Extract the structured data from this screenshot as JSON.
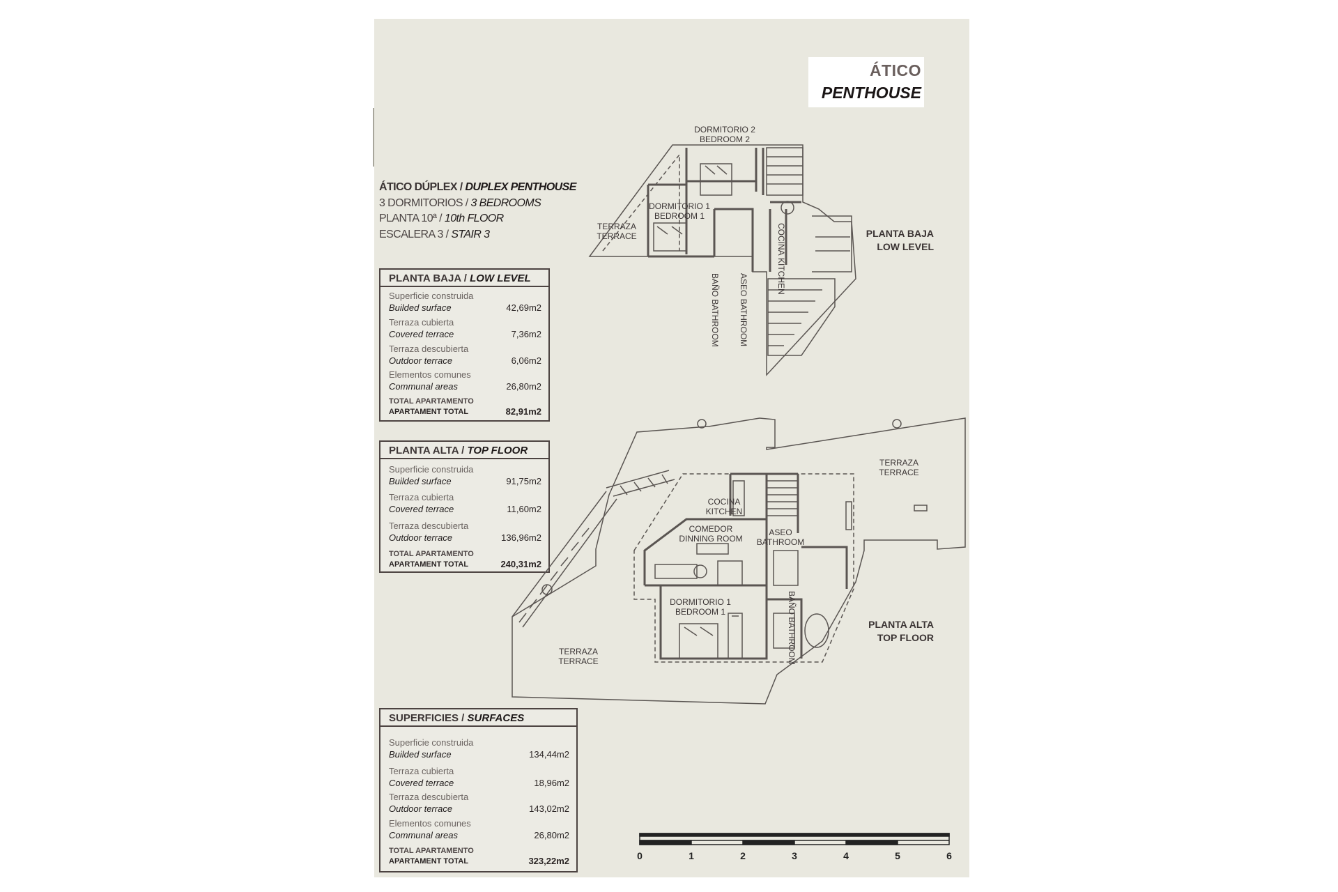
{
  "header": {
    "title_es": "ÁTICO",
    "title_en": "PENTHOUSE"
  },
  "intro": {
    "l1_es": "ÁTICO DÚPLEX /",
    "l1_en": "DUPLEX PENTHOUSE",
    "l2_es": "3 DORMITORIOS /",
    "l2_en": "3 BEDROOMS",
    "l3_es": "PLANTA 10ª /",
    "l3_en": "10th FLOOR",
    "l4_es": "ESCALERA 3 /",
    "l4_en": "STAIR 3"
  },
  "low_table": {
    "title_es": "PLANTA BAJA /",
    "title_en": "LOW LEVEL",
    "rows": [
      {
        "es": "Superficie construida",
        "en": "Builded surface",
        "value": "42,69m2"
      },
      {
        "es": "Terraza cubierta",
        "en": "Covered terrace",
        "value": "7,36m2"
      },
      {
        "es": "Terraza descubierta",
        "en": "Outdoor terrace",
        "value": "6,06m2"
      },
      {
        "es": "Elementos comunes",
        "en": "Communal areas",
        "value": "26,80m2"
      }
    ],
    "total": {
      "es": "TOTAL APARTAMENTO",
      "en": "APARTAMENT TOTAL",
      "value": "82,91m2"
    }
  },
  "top_table": {
    "title_es": "PLANTA ALTA /",
    "title_en": "TOP FLOOR",
    "rows": [
      {
        "es": "Superficie construida",
        "en": "Builded surface",
        "value": "91,75m2"
      },
      {
        "es": "Terraza cubierta",
        "en": "Covered terrace",
        "value": "11,60m2"
      },
      {
        "es": "Terraza descubierta",
        "en": "Outdoor terrace",
        "value": "136,96m2"
      }
    ],
    "total": {
      "es": "TOTAL APARTAMENTO",
      "en": "APARTAMENT TOTAL",
      "value": "240,31m2"
    }
  },
  "surfaces_table": {
    "title_es": "SUPERFICIES /",
    "title_en": "SURFACES",
    "rows": [
      {
        "es": "Superficie construida",
        "en": "Builded surface",
        "value": "134,44m2"
      },
      {
        "es": "Terraza cubierta",
        "en": "Covered terrace",
        "value": "18,96m2"
      },
      {
        "es": "Terraza descubierta",
        "en": "Outdoor terrace",
        "value": "143,02m2"
      },
      {
        "es": "Elementos comunes",
        "en": "Communal areas",
        "value": "26,80m2"
      }
    ],
    "total": {
      "es": "TOTAL APARTAMENTO",
      "en": "APARTAMENT TOTAL",
      "value": "323,22m2"
    }
  },
  "low_plan": {
    "bedroom2_es": "DORMITORIO 2",
    "bedroom2_en": "BEDROOM 2",
    "bedroom1_es": "DORMITORIO 1",
    "bedroom1_en": "BEDROOM 1",
    "terrace_es": "TERRAZA",
    "terrace_en": "TERRACE",
    "kitchen_es": "COCINA",
    "kitchen_en": "KITCHEN",
    "bath_es": "BAÑO",
    "bath_en": "BATHROOM",
    "toilet_es": "ASEO",
    "toilet_en": "BATHROOM",
    "level_es": "PLANTA BAJA",
    "level_en": "LOW LEVEL"
  },
  "top_plan": {
    "terrace1_es": "TERRAZA",
    "terrace1_en": "TERRACE",
    "kitchen_es": "COCINA",
    "kitchen_en": "KITCHEN",
    "dining_es": "COMEDOR",
    "dining_en": "DINNING ROOM",
    "toilet_es": "ASEO",
    "toilet_en": "BATHROOM",
    "bedroom1_es": "DORMITORIO 1",
    "bedroom1_en": "BEDROOM 1",
    "bath_es": "BAÑO",
    "bath_en": "BATHROOM",
    "terrace2_es": "TERRAZA",
    "terrace2_en": "TERRACE",
    "level_es": "PLANTA ALTA",
    "level_en": "TOP FLOOR"
  },
  "scale_bar": {
    "ticks": [
      "0",
      "1",
      "2",
      "3",
      "4",
      "5",
      "6"
    ]
  },
  "colors": {
    "sheet": "#e9e8df",
    "line": "#5a5552",
    "border": "#4c4341"
  }
}
